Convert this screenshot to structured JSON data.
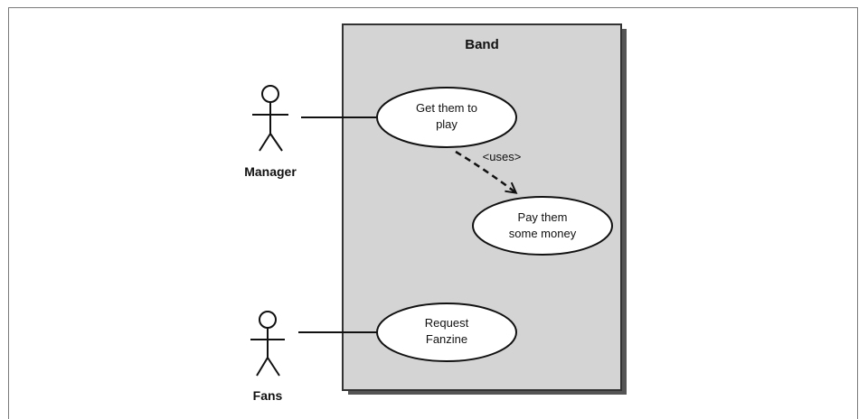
{
  "diagram": {
    "system": {
      "name": "Band"
    },
    "actors": [
      {
        "name": "Manager"
      },
      {
        "name": "Fans"
      }
    ],
    "use_cases": [
      {
        "lines": [
          "Get them to",
          "play"
        ]
      },
      {
        "lines": [
          "Pay them",
          "some money"
        ]
      },
      {
        "lines": [
          "Request",
          "Fanzine"
        ]
      }
    ],
    "relationships": [
      {
        "from": "Manager",
        "to": "Get them to play",
        "type": "association"
      },
      {
        "from": "Get them to play",
        "to": "Pay them some money",
        "type": "uses",
        "label": "<uses>"
      },
      {
        "from": "Fans",
        "to": "Request Fanzine",
        "type": "association"
      }
    ],
    "colors": {
      "system_fill": "#d4d4d4",
      "system_border": "#333333",
      "shadow": "#555555",
      "line": "#111111",
      "use_case_fill": "#ffffff"
    }
  }
}
